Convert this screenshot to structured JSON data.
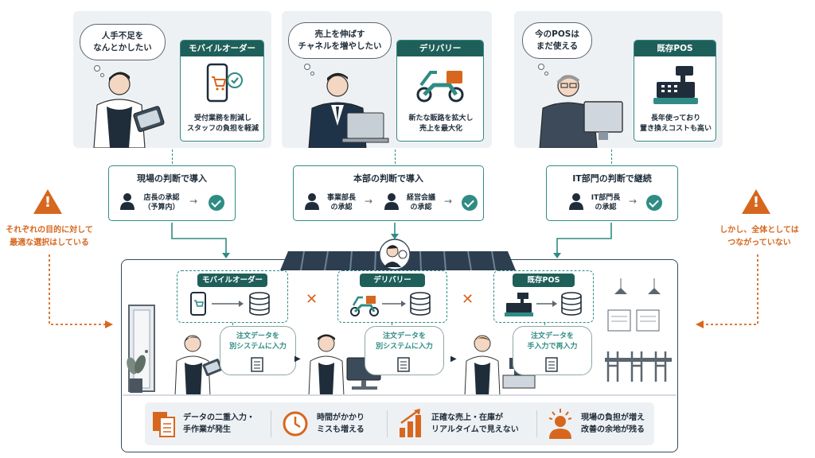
{
  "columns": [
    {
      "thought": "人手不足を\nなんとかしたい",
      "system_title": "モバイルオーダー",
      "system_desc": "受付業務を削減し\nスタッフの負担を軽減",
      "decision_title": "現場の判断で導入",
      "steps": [
        "店長の承認\n（予算内）"
      ]
    },
    {
      "thought": "売上を伸ばす\nチャネルを増やしたい",
      "system_title": "デリバリー",
      "system_desc": "新たな販路を拡大し\n売上を最大化",
      "decision_title": "本部の判断で導入",
      "steps": [
        "事業部長\nの承認",
        "経営会議\nの承認"
      ]
    },
    {
      "thought": "今のPOSは\nまだ使える",
      "system_title": "既存POS",
      "system_desc": "長年使っており\n置き換えコストも高い",
      "decision_title": "IT部門の判断で継続",
      "steps": [
        "IT部門長\nの承認"
      ]
    }
  ],
  "left_note": "それぞれの目的に対して\n最適な選択はしている",
  "right_note": "しかし、全体としては\nつながっていない",
  "store": {
    "systems": [
      "モバイルオーダー",
      "デリバリー",
      "既存POS"
    ],
    "notes": [
      "注文データを\n別システムに入力",
      "注文データを\n別システムに入力",
      "注文データを\n手入力で再入力"
    ]
  },
  "issues": [
    {
      "icon": "document-copy-icon",
      "text": "データの二重入力・\n手作業が発生"
    },
    {
      "icon": "clock-icon",
      "text": "時間がかかり\nミスも増える"
    },
    {
      "icon": "bar-chart-icon",
      "text": "正確な売上・在庫が\nリアルタイムで見えない"
    },
    {
      "icon": "stressed-person-icon",
      "text": "現場の負担が増え\n改善の余地が残る"
    }
  ],
  "colors": {
    "teal": "#2f8c84",
    "dark_teal": "#1f5f5a",
    "orange": "#d7671e",
    "panel": "#eef1f4",
    "navy": "#34495a"
  }
}
